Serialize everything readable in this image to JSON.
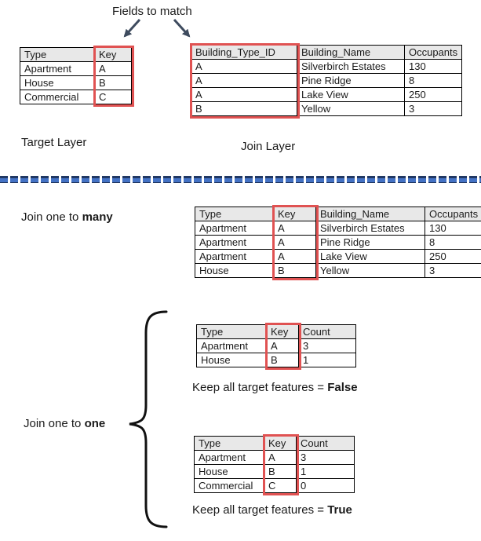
{
  "header": {
    "fields_to_match": "Fields to match"
  },
  "labels": {
    "target_layer": "Target Layer",
    "join_layer": "Join Layer",
    "join_many": {
      "prefix": "Join one to ",
      "bold": "many"
    },
    "join_one": {
      "prefix": "Join one to ",
      "bold": "one"
    },
    "keep_false": {
      "prefix": "Keep all target features = ",
      "bold": "False"
    },
    "keep_true": {
      "prefix": "Keep all target features = ",
      "bold": "True"
    }
  },
  "colors": {
    "highlight_red": "#e05252",
    "arrow": "#3e4b5e",
    "divider_blue": "#4472c4",
    "divider_dark": "#203864",
    "header_gray": "#e8e8e8"
  },
  "tables": {
    "target": {
      "headers": [
        "Type",
        "Key"
      ],
      "rows": [
        [
          "Apartment",
          "A"
        ],
        [
          "House",
          "B"
        ],
        [
          "Commercial",
          "C"
        ]
      ],
      "highlight_col": 1
    },
    "join": {
      "headers": [
        "Building_Type_ID",
        "Building_Name",
        "Occupants"
      ],
      "rows": [
        [
          "A",
          "Silverbirch Estates",
          "130"
        ],
        [
          "A",
          "Pine Ridge",
          "8"
        ],
        [
          "A",
          "Lake View",
          "250"
        ],
        [
          "B",
          "Yellow",
          "3"
        ]
      ],
      "highlight_col": 0
    },
    "one_to_many": {
      "headers": [
        "Type",
        "Key",
        "Building_Name",
        "Occupants"
      ],
      "rows": [
        [
          "Apartment",
          "A",
          "Silverbirch Estates",
          "130"
        ],
        [
          "Apartment",
          "A",
          "Pine Ridge",
          "8"
        ],
        [
          "Apartment",
          "A",
          "Lake View",
          "250"
        ],
        [
          "House",
          "B",
          "Yellow",
          "3"
        ]
      ],
      "highlight_col": 1
    },
    "one_to_one_false": {
      "headers": [
        "Type",
        "Key",
        "Count"
      ],
      "rows": [
        [
          "Apartment",
          "A",
          "3"
        ],
        [
          "House",
          "B",
          "1"
        ]
      ],
      "highlight_col": 1
    },
    "one_to_one_true": {
      "headers": [
        "Type",
        "Key",
        "Count"
      ],
      "rows": [
        [
          "Apartment",
          "A",
          "3"
        ],
        [
          "House",
          "B",
          "1"
        ],
        [
          "Commercial",
          "C",
          "0"
        ]
      ],
      "highlight_col": 1
    }
  }
}
